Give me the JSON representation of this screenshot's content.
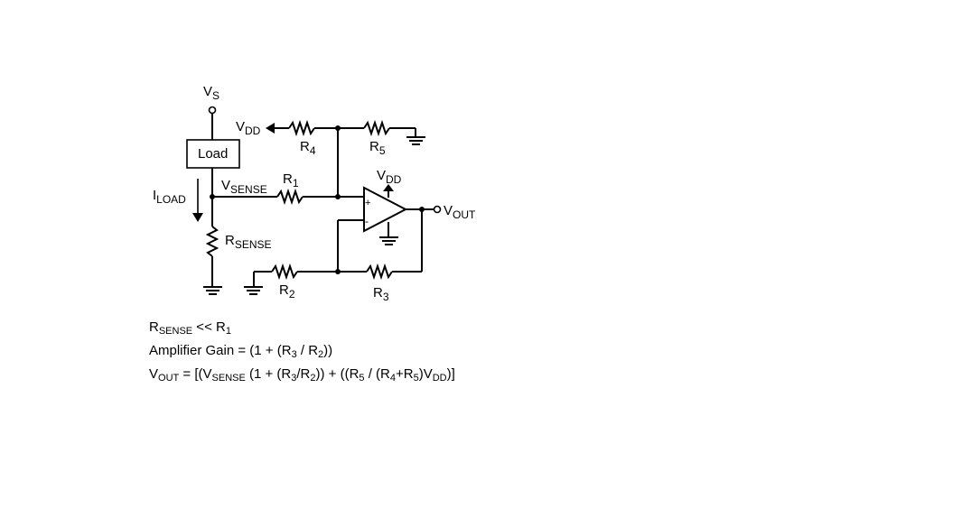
{
  "labels": {
    "vs_main": "V",
    "vs_sub": "S",
    "vdd_left_main": "V",
    "vdd_left_sub": "DD",
    "r4_main": "R",
    "r4_sub": "4",
    "r5_main": "R",
    "r5_sub": "5",
    "load": "Load",
    "vdd_amp_main": "V",
    "vdd_amp_sub": "DD",
    "iload_main": "I",
    "iload_sub": "LOAD",
    "vsense_main": "V",
    "vsense_sub": "SENSE",
    "r1_main": "R",
    "r1_sub": "1",
    "vout_main": "V",
    "vout_sub": "OUT",
    "rsense_main": "R",
    "rsense_sub": "SENSE",
    "r2_main": "R",
    "r2_sub": "2",
    "r3_main": "R",
    "r3_sub": "3",
    "plus": "+",
    "minus": "-"
  },
  "notes": {
    "line1": {
      "a": "R",
      "a_sub": "SENSE",
      "b": " << R",
      "b_sub": "1"
    },
    "line2": {
      "a": "Amplifier Gain = (1 + (R",
      "a_sub": "3",
      "b": " / R",
      "b_sub": "2",
      "c": "))"
    },
    "line3": {
      "a": "V",
      "a_sub": "OUT",
      "b": " = [(V",
      "b_sub": "SENSE",
      "c": " (1 + (R",
      "c_sub": "3",
      "d": "/R",
      "d_sub": "2",
      "e": ")) + ((R",
      "e_sub": "5",
      "f": " / (R",
      "f_sub": "4",
      "g": "+R",
      "g_sub": "5",
      "h": ")V",
      "h_sub": "DD",
      "i": ")]"
    }
  }
}
